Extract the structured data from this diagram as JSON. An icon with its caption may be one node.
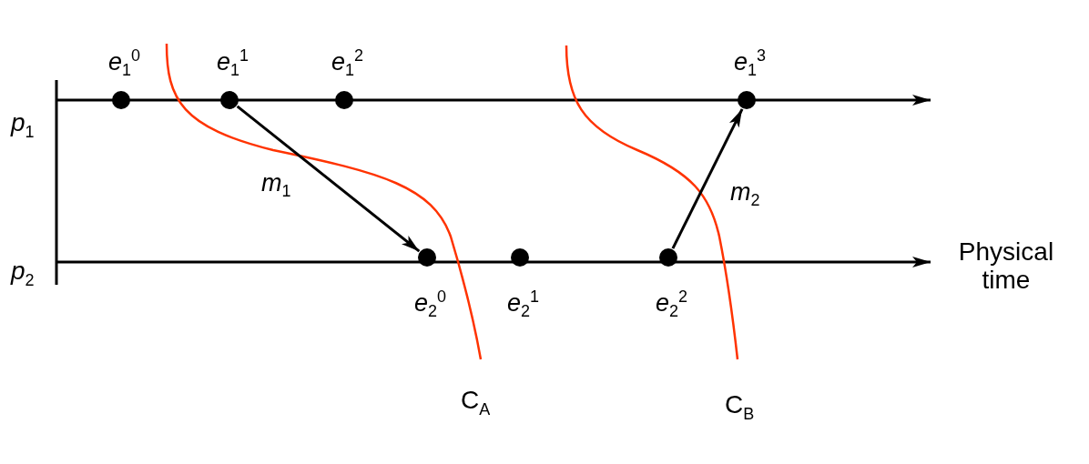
{
  "diagram": {
    "nodes": [
      {
        "text": [
          "*e*$_{1}$$^{0}$"
        ]
      },
      {
        "text": [
          "*e*$_{1}$$^{1}$"
        ]
      },
      {
        "text": [
          "*e*$_{1}$$^{2}$"
        ]
      },
      {
        "text": [
          "*e*$_{1}$$^{3}$"
        ]
      },
      {
        "text": [
          "*e*$_{2}$$^{0}$"
        ]
      },
      {
        "text": [
          "*e*$_{2}$$^{1}$"
        ]
      },
      {
        "text": [
          "*e*$_{2}$$^{2}$"
        ]
      }
    ],
    "edges": [
      {
        "from": 1,
        "to": 4,
        "arrow": "to",
        "label": "*m*$_{1}$"
      },
      {
        "from": 6,
        "to": 3,
        "arrow": "to",
        "label": "*m*$_{2}$"
      }
    ],
    "labels": [
      "*p*$_{1}$",
      "*p*$_{2}$",
      "Physical time",
      "C$_{A}$",
      "C$_{B}$"
    ]
  }
}
